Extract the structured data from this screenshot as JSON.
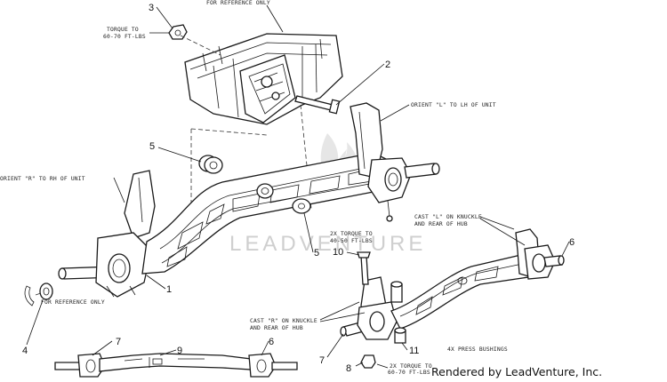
{
  "notes": {
    "reference_top": "FOR REFERENCE ONLY",
    "torque_3_line1": "TORQUE TO",
    "torque_3_line2": "60-70 FT-LBS",
    "orient_l": "ORIENT \"L\" TO LH OF UNIT",
    "orient_r": "ORIENT \"R\" TO RH OF UNIT",
    "cast_l_line1": "CAST \"L\" ON KNUCKLE",
    "cast_l_line2": "AND REAR OF HUB",
    "torque_10_line1": "2X TORQUE TO",
    "torque_10_line2": "40-50 FT-LBS",
    "reference_bottom": "FOR REFERENCE ONLY",
    "cast_r_line1": "CAST \"R\" ON KNUCKLE",
    "cast_r_line2": "AND REAR OF HUB",
    "press_bushings": "4X PRESS BUSHINGS",
    "torque_8_line1": "2X TORQUE TO",
    "torque_8_line2": "60-70 FT-LBS"
  },
  "callouts": {
    "c1": "1",
    "c2": "2",
    "c3": "3",
    "c4": "4",
    "c5a": "5",
    "c5b": "5",
    "c6a": "6",
    "c6b": "6",
    "c7a": "7",
    "c7b": "7",
    "c8": "8",
    "c9": "9",
    "c10": "10",
    "c11": "11"
  },
  "watermark": "LEADVENTURE",
  "credit": "Rendered by LeadVenture, Inc."
}
